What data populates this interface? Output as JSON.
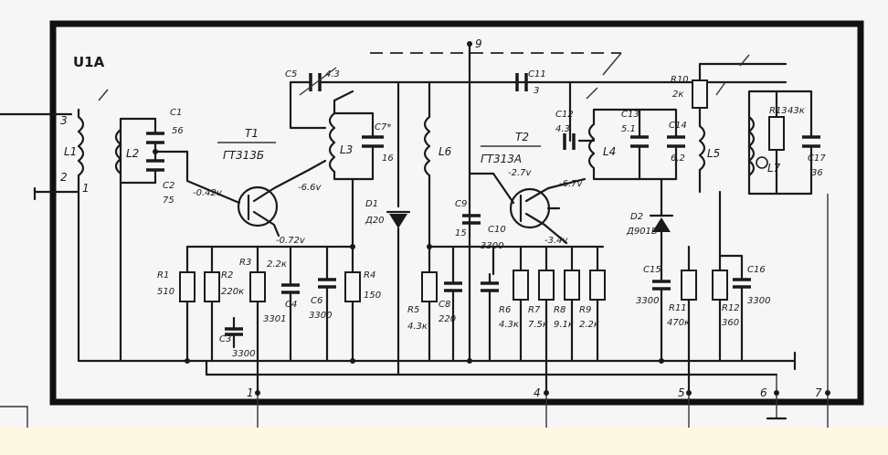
{
  "block": {
    "title": "U1A"
  },
  "pins": [
    "1",
    "2",
    "3",
    "1",
    "4",
    "5",
    "6",
    "7",
    "9"
  ],
  "transistors": [
    {
      "ref": "T1",
      "type": "ГТ313Б"
    },
    {
      "ref": "T2",
      "type": "ГТ313А"
    }
  ],
  "coils": [
    "L1",
    "L2",
    "L3",
    "L4",
    "L5",
    "L6",
    "L7"
  ],
  "components": {
    "C1": {
      "ref": "C1",
      "value": "56"
    },
    "C2": {
      "ref": "C2",
      "value": "75"
    },
    "C3": {
      "ref": "C3",
      "value": "3300"
    },
    "C4": {
      "ref": "C4",
      "value": "3301"
    },
    "C5": {
      "ref": "C5",
      "value": "4.3"
    },
    "C6": {
      "ref": "C6",
      "value": "3300"
    },
    "C7": {
      "ref": "C7*",
      "value": "16"
    },
    "C8": {
      "ref": "C8",
      "value": "220"
    },
    "C9": {
      "ref": "C9",
      "value": "15"
    },
    "C10": {
      "ref": "C10",
      "value": "3300"
    },
    "C11": {
      "ref": "C11",
      "value": "3"
    },
    "C12": {
      "ref": "C12",
      "value": "4.3"
    },
    "C13": {
      "ref": "C13",
      "value": "5.1"
    },
    "C14": {
      "ref": "C14",
      "value": "6.2"
    },
    "C15": {
      "ref": "C15",
      "value": "3300"
    },
    "C16": {
      "ref": "C16",
      "value": "3300"
    },
    "C17": {
      "ref": "C17",
      "value": "36"
    },
    "R1": {
      "ref": "R1",
      "value": "510"
    },
    "R2": {
      "ref": "R2",
      "value": "220к"
    },
    "R3": {
      "ref": "R3",
      "value": "2.2к"
    },
    "R4": {
      "ref": "R4",
      "value": "150"
    },
    "R5": {
      "ref": "R5",
      "value": "4.3к"
    },
    "R6": {
      "ref": "R6",
      "value": "4.3к"
    },
    "R7": {
      "ref": "R7",
      "value": "7.5к"
    },
    "R8": {
      "ref": "R8",
      "value": "9.1к"
    },
    "R9": {
      "ref": "R9",
      "value": "2.2к"
    },
    "R10": {
      "ref": "R10",
      "value": "2к"
    },
    "R11": {
      "ref": "R11",
      "value": "470к"
    },
    "R12": {
      "ref": "R12",
      "value": "360"
    },
    "R13": {
      "ref": "R13",
      "value": "43к"
    },
    "D1": {
      "ref": "D1",
      "value": "Д20"
    },
    "D2": {
      "ref": "D2",
      "value": "Д901Б"
    }
  },
  "voltages": [
    "-0.42v",
    "-6.6v",
    "-0.72v",
    "-2.7v",
    "-6.7v",
    "-3.4v"
  ],
  "colors": {
    "ink": "#1a1a1a",
    "paper": "#f6f6f6",
    "strip": "#fdf8e4"
  }
}
